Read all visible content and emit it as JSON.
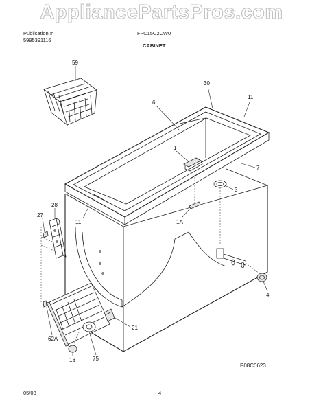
{
  "watermark": "AppliancePartsPros.com",
  "header": {
    "publication_label": "Publication #",
    "publication_number": "5995391116",
    "model": "FFC15C2CW0",
    "section": "CABINET"
  },
  "diagram_code": "P08C0623",
  "footer": {
    "date": "05/03",
    "page": "4"
  },
  "callouts": {
    "c59": "59",
    "c30": "30",
    "c6": "6",
    "c11a": "11",
    "c1": "1",
    "c7": "7",
    "c3": "3",
    "c28": "28",
    "c27": "27",
    "c11b": "11",
    "c1a": "1A",
    "c4": "4",
    "c21": "21",
    "c62a": "62A",
    "c18": "18",
    "c75": "75"
  }
}
